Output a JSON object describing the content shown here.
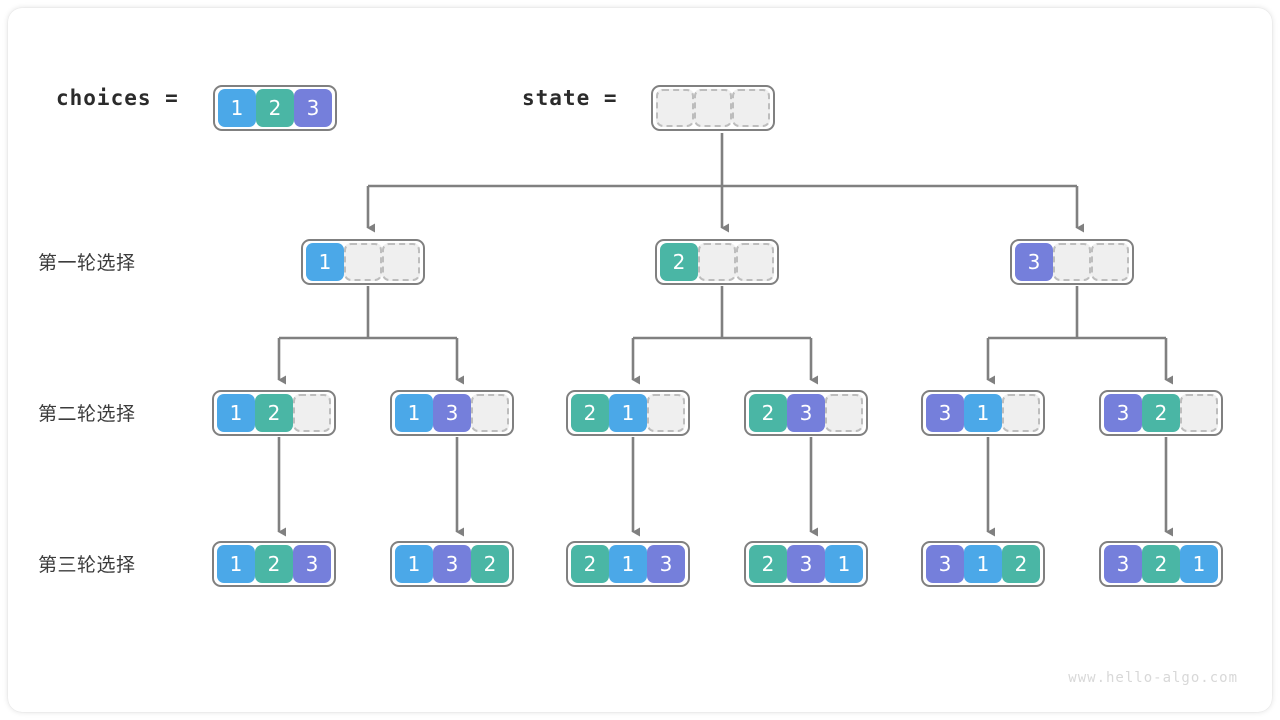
{
  "colors": {
    "value_1": "#4ba8e8",
    "value_2": "#4ab6a5",
    "value_3": "#757fdb",
    "empty_cell": "#efefef",
    "border": "#808080",
    "edge": "#808080",
    "text": "#3c3c3c",
    "watermark": "#d8d8d8"
  },
  "header": {
    "choices_label": "choices =",
    "state_label": "state =",
    "choices_values": [
      "1",
      "2",
      "3"
    ],
    "state_values": [
      "",
      "",
      ""
    ]
  },
  "rows": [
    {
      "label": "第一轮选择",
      "boxes": [
        {
          "cells": [
            "1",
            "",
            ""
          ]
        },
        {
          "cells": [
            "2",
            "",
            ""
          ]
        },
        {
          "cells": [
            "3",
            "",
            ""
          ]
        }
      ]
    },
    {
      "label": "第二轮选择",
      "boxes": [
        {
          "cells": [
            "1",
            "2",
            ""
          ]
        },
        {
          "cells": [
            "1",
            "3",
            ""
          ]
        },
        {
          "cells": [
            "2",
            "1",
            ""
          ]
        },
        {
          "cells": [
            "2",
            "3",
            ""
          ]
        },
        {
          "cells": [
            "3",
            "1",
            ""
          ]
        },
        {
          "cells": [
            "3",
            "2",
            ""
          ]
        }
      ]
    },
    {
      "label": "第三轮选择",
      "boxes": [
        {
          "cells": [
            "1",
            "2",
            "3"
          ]
        },
        {
          "cells": [
            "1",
            "3",
            "2"
          ]
        },
        {
          "cells": [
            "2",
            "1",
            "3"
          ]
        },
        {
          "cells": [
            "2",
            "3",
            "1"
          ]
        },
        {
          "cells": [
            "3",
            "1",
            "2"
          ]
        },
        {
          "cells": [
            "3",
            "2",
            "1"
          ]
        }
      ]
    }
  ],
  "watermark": "www.hello-algo.com"
}
